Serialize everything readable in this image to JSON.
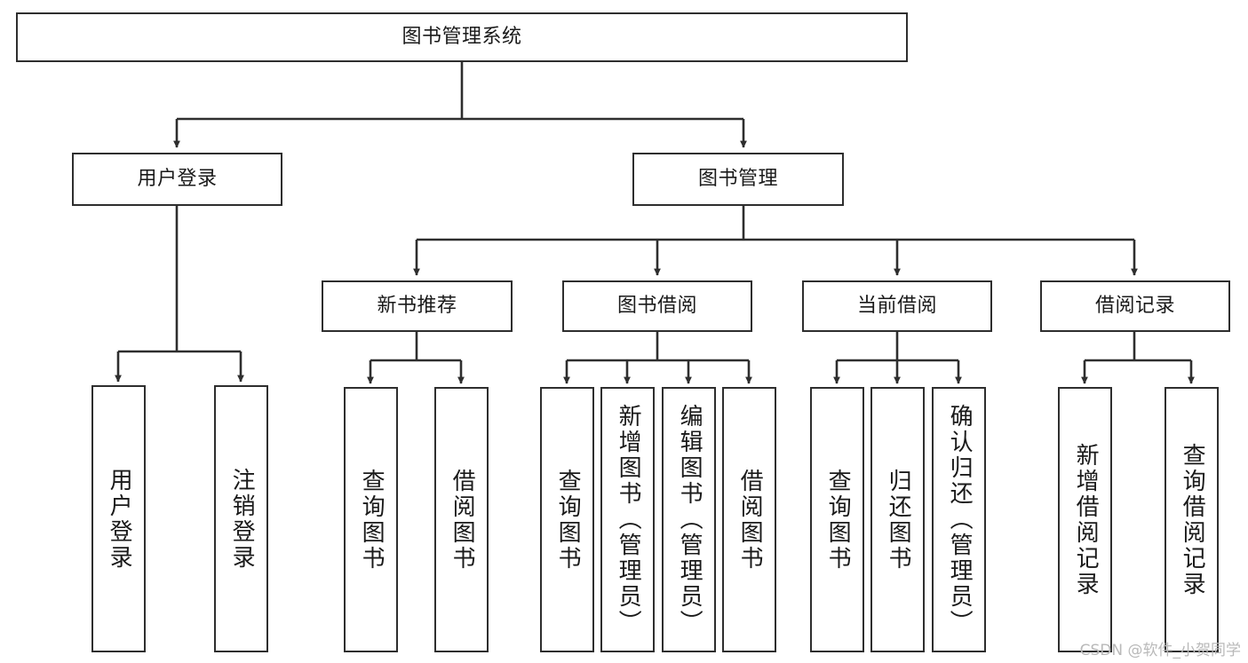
{
  "diagram": {
    "title": "图书管理系统",
    "watermark": "CSDN @软件_小贺同学",
    "colors": {
      "background": "#ffffff",
      "border": "#2e2e2e",
      "edge": "#2e2e2e",
      "text": "#1a1a1a",
      "watermark": "#b9b9b9"
    }
  },
  "nodes": {
    "root": {
      "label": "图书管理系统"
    },
    "level2": [
      {
        "id": "user-login",
        "label": "用户登录"
      },
      {
        "id": "book-management",
        "label": "图书管理"
      }
    ],
    "level3": [
      {
        "id": "new-book-recommend",
        "label": "新书推荐"
      },
      {
        "id": "book-borrow",
        "label": "图书借阅"
      },
      {
        "id": "current-borrow",
        "label": "当前借阅"
      },
      {
        "id": "borrow-record",
        "label": "借阅记录"
      }
    ],
    "leaves": {
      "user_login": [
        {
          "id": "leaf-user-login",
          "label": "用户登录"
        },
        {
          "id": "leaf-logout-login",
          "label": "注销登录"
        }
      ],
      "new_book_recommend": [
        {
          "id": "leaf-query-book-1",
          "label": "查询图书"
        },
        {
          "id": "leaf-borrow-book-1",
          "label": "借阅图书"
        }
      ],
      "book_borrow": [
        {
          "id": "leaf-query-book-2",
          "label": "查询图书"
        },
        {
          "id": "leaf-add-book",
          "label": "新增图书（管理员）"
        },
        {
          "id": "leaf-edit-book",
          "label": "编辑图书（管理员）"
        },
        {
          "id": "leaf-borrow-book-2",
          "label": "借阅图书"
        }
      ],
      "current_borrow": [
        {
          "id": "leaf-query-book-3",
          "label": "查询图书"
        },
        {
          "id": "leaf-return-book",
          "label": "归还图书"
        },
        {
          "id": "leaf-confirm-return",
          "label": "确认归还（管理员）"
        }
      ],
      "borrow_record": [
        {
          "id": "leaf-add-record",
          "label": "新增借阅记录"
        },
        {
          "id": "leaf-query-record",
          "label": "查询借阅记录"
        }
      ]
    }
  }
}
